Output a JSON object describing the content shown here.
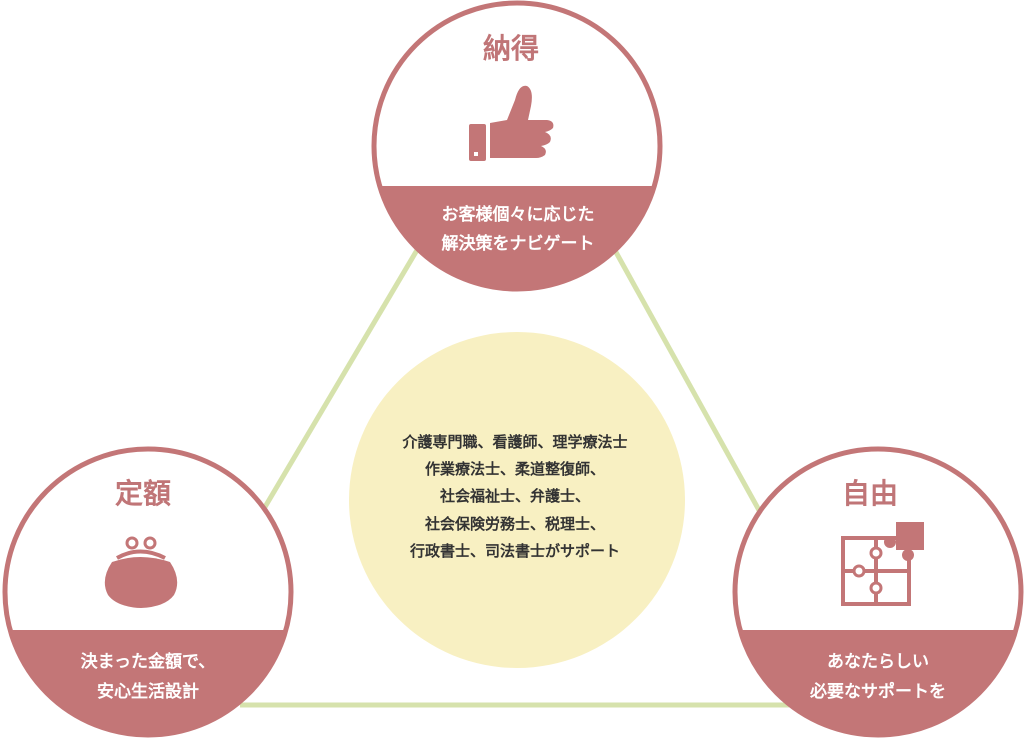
{
  "colors": {
    "accent": "#c37677",
    "connector": "#d6e2ac",
    "center_fill": "#f8f0c2",
    "center_text": "#333333",
    "card_text": "#ffffff"
  },
  "nodes": {
    "top": {
      "title": "納得",
      "icon": "thumbs-up-icon",
      "desc_line1": "お客様個々に応じた",
      "desc_line2": "解決策をナビゲート"
    },
    "left": {
      "title": "定額",
      "icon": "purse-icon",
      "desc_line1": "決まった金額で、",
      "desc_line2": "安心生活設計"
    },
    "right": {
      "title": "自由",
      "icon": "puzzle-icon",
      "desc_line1": "あなたらしい",
      "desc_line2": "必要なサポートを"
    }
  },
  "center": {
    "lines": [
      "介護専門職、看護師、理学療法士",
      "作業療法士、柔道整復師、",
      "社会福祉士、弁護士、",
      "社会保険労務士、税理士、",
      "行政書士、司法書士がサポート"
    ]
  }
}
